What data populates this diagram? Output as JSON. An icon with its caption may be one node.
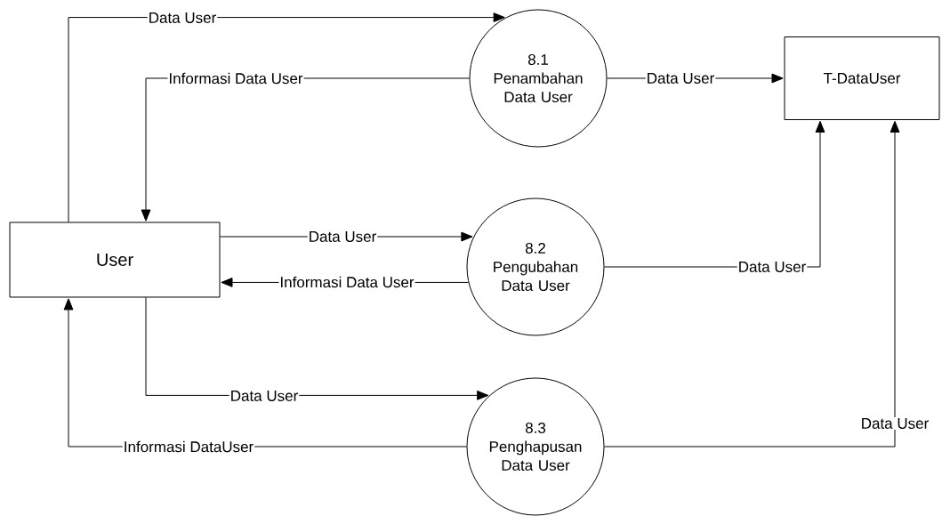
{
  "diagram": {
    "nodes": [
      {
        "text": [
          "User"
        ]
      },
      {
        "text": [
          "8.1",
          "Penambahan Data User"
        ]
      },
      {
        "text": [
          "8.2",
          "Pengubahan Data User"
        ]
      },
      {
        "text": [
          "8.3",
          "Penghapusan Data User"
        ]
      },
      {
        "text": [
          "T-DataUser"
        ]
      }
    ],
    "edges": [
      {
        "from": 0,
        "to": 1,
        "arrow": "to",
        "label": "Data User"
      },
      {
        "from": 1,
        "to": 0,
        "arrow": "to",
        "label": "Informasi Data User"
      },
      {
        "from": 1,
        "to": 4,
        "arrow": "to",
        "label": "Data User"
      },
      {
        "from": 0,
        "to": 2,
        "arrow": "to",
        "label": "Data User"
      },
      {
        "from": 2,
        "to": 0,
        "arrow": "to",
        "label": "Informasi Data User"
      },
      {
        "from": 2,
        "to": 4,
        "arrow": "to",
        "label": "Data User"
      },
      {
        "from": 0,
        "to": 3,
        "arrow": "to",
        "label": "Data User"
      },
      {
        "from": 3,
        "to": 0,
        "arrow": "to",
        "label": "Informasi DataUser"
      },
      {
        "from": 3,
        "to": 4,
        "arrow": "to",
        "label": "Data User"
      }
    ]
  }
}
